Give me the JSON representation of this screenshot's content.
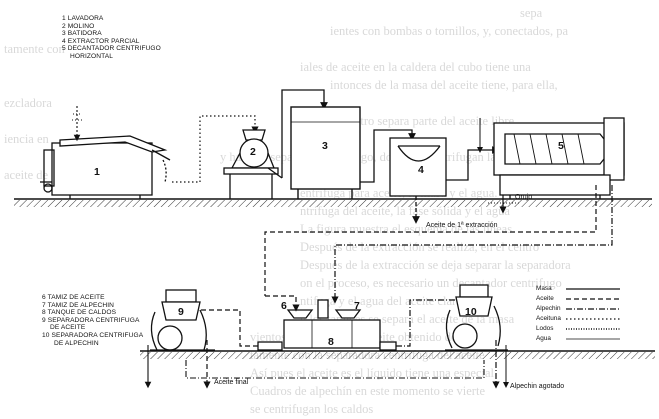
{
  "top_legend": [
    "1 LAVADORA",
    "2 MOLINO",
    "3 BATIDORA",
    "4 EXTRACTOR PARCIAL",
    "5 DECANTADOR CENTRIFUGO",
    "HORIZONTAL"
  ],
  "bottom_legend": [
    "6 TAMIZ DE ACEITE",
    "7 TAMIZ DE ALPECHIN",
    "8 TANQUE DE CALDOS",
    "9 SEPARADORA CENTRIFUGA",
    "DE ACEITE",
    "10 SEPARADORA CENTRIFUGA",
    "DE ALPECHIN"
  ],
  "line_key": [
    "Masa",
    "Aceite",
    "Alpechin",
    "Aceituna",
    "Lodos",
    "Agua"
  ],
  "machine_numbers": [
    "1",
    "2",
    "3",
    "4",
    "5",
    "6",
    "7",
    "8",
    "9",
    "10"
  ],
  "flow_labels": {
    "orujo": "Orujo",
    "aceite_primera": "Aceite de 1ª extracción",
    "aceite_final": "Aceite final",
    "alpechin_agotado": "Alpechin agotado"
  },
  "background_text": [
    "sepa",
    "ientes con bombas o tornillos, y, conectados, pa",
    "tamente con",
    "iales de aceite en la caldera del cubo tiene una",
    "intonces de la masa del aceite tiene, para ella,",
    "ezcladora",
    "n ella, un filtro separa parte del aceite libre,",
    "iencia en",
    "y hasta el separador centrifugo, donde se centrifugan las",
    "aceite de",
    "entrifuga para aceite, la masa y el agua.",
    "ntrifuga del aceite, la fase sólida y el agua",
    "La figura muestra el esquema de las líneas",
    "Después de la extracción se realiza, en el centro",
    "Después de la extracción se deja separar la separadora",
    "on el proceso, es necesario un decantador centrifugo",
    "ntifuga y el agua del aceite clarificado",
    "n los tamices se separa el aceite de la masa",
    "vientos posteriores del aceite obtenido del",
    "tamente con la separadora centrifuga del aceite",
    "Así pues el aceite es el líquido tiene una especial",
    "Cuadros de alpechín en este momento se vierte",
    "se centrifugan los caldos"
  ],
  "colors": {
    "ink": "#111111",
    "ground_hatch": "#333333",
    "paper": "#ffffff",
    "ghost_text": "#b9b9b9"
  }
}
